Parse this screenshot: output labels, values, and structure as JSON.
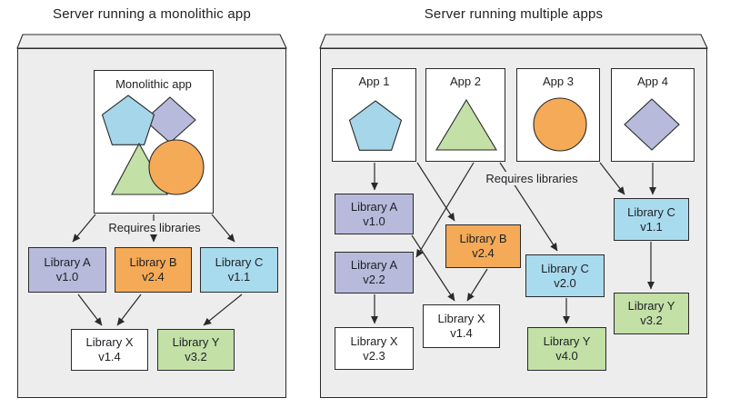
{
  "left_panel": {
    "title": "Server running a monolithic app",
    "app_label": "Monolithic app",
    "requires_label": "Requires libraries",
    "libraries": [
      {
        "name": "Library A",
        "version": "v1.0",
        "color": "#b7badb"
      },
      {
        "name": "Library B",
        "version": "v2.4",
        "color": "#f4aa57"
      },
      {
        "name": "Library C",
        "version": "v1.1",
        "color": "#a9dbee"
      },
      {
        "name": "Library X",
        "version": "v1.4",
        "color": "#ffffff"
      },
      {
        "name": "Library Y",
        "version": "v3.2",
        "color": "#c3e0a7"
      }
    ]
  },
  "right_panel": {
    "title": "Server running multiple apps",
    "requires_label": "Requires libraries",
    "apps": [
      {
        "label": "App 1",
        "shape": "pentagon"
      },
      {
        "label": "App 2",
        "shape": "triangle"
      },
      {
        "label": "App 3",
        "shape": "circle"
      },
      {
        "label": "App 4",
        "shape": "diamond"
      }
    ],
    "libraries": [
      {
        "name": "Library A",
        "version": "v1.0",
        "color": "#b7badb"
      },
      {
        "name": "Library A",
        "version": "v2.2",
        "color": "#b7badb"
      },
      {
        "name": "Library B",
        "version": "v2.4",
        "color": "#f4aa57"
      },
      {
        "name": "Library C",
        "version": "v2.0",
        "color": "#a9dbee"
      },
      {
        "name": "Library C",
        "version": "v1.1",
        "color": "#a9dbee"
      },
      {
        "name": "Library X",
        "version": "v2.3",
        "color": "#ffffff"
      },
      {
        "name": "Library X",
        "version": "v1.4",
        "color": "#ffffff"
      },
      {
        "name": "Library Y",
        "version": "v4.0",
        "color": "#c3e0a7"
      },
      {
        "name": "Library Y",
        "version": "v3.2",
        "color": "#c3e0a7"
      }
    ]
  },
  "colors": {
    "shape_blue": "#a5d6e9",
    "shape_lavender": "#b7badb",
    "shape_green": "#c3e0a7",
    "shape_orange": "#f4aa57",
    "server_bg": "#ededed",
    "line": "#2a2a2a"
  }
}
